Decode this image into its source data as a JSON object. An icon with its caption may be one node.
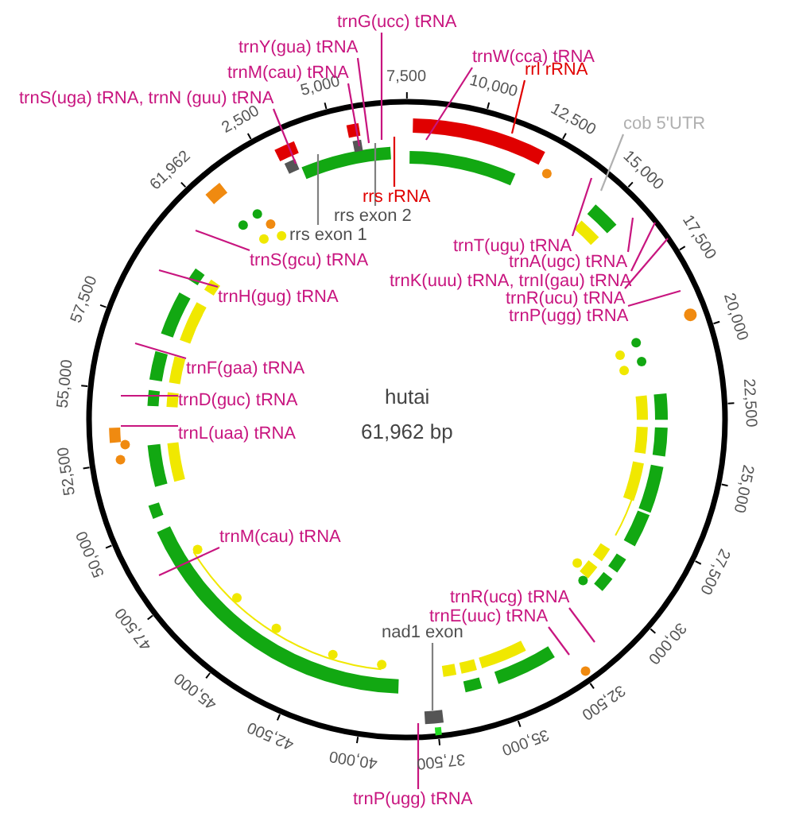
{
  "diagram": {
    "nodes": [
      {
        "text": [
          "trnG(ucc) tRNA"
        ]
      },
      {
        "text": [
          "trnY(gua) tRNA"
        ]
      },
      {
        "text": [
          "trnW(cca) tRNA"
        ]
      },
      {
        "text": [
          "trnM(cau) tRNA"
        ]
      },
      {
        "text": [
          "rrl rRNA"
        ]
      },
      {
        "text": [
          "trnS(uga) tRNA, trnN (guu) tRNA"
        ]
      },
      {
        "text": [
          "cob 5'UTR"
        ]
      },
      {
        "text": [
          "rrs rRNA"
        ]
      },
      {
        "text": [
          "rrs exon 2"
        ]
      },
      {
        "text": [
          "rrs exon 1"
        ]
      },
      {
        "text": [
          "trnS(gcu) tRNA"
        ]
      },
      {
        "text": [
          "trnT(ugu) tRNA"
        ]
      },
      {
        "text": [
          "trnA(ugc) tRNA"
        ]
      },
      {
        "text": [
          "trnH(gug) tRNA"
        ]
      },
      {
        "text": [
          "trnK(uuu) tRNA, trnI(gau) tRNA"
        ]
      },
      {
        "text": [
          "trnR(ucu) tRNA"
        ]
      },
      {
        "text": [
          "trnP(ugg) tRNA"
        ]
      },
      {
        "text": [
          "trnF(gaa) tRNA"
        ]
      },
      {
        "text": [
          "trnD(guc) tRNA"
        ]
      },
      {
        "text": [
          "trnL(uaa) tRNA"
        ]
      },
      {
        "text": [
          "trnM(cau) tRNA"
        ]
      },
      {
        "text": [
          "trnR(ucg) tRNA"
        ]
      },
      {
        "text": [
          "trnE(uuc) tRNA"
        ]
      },
      {
        "text": [
          "nad1 exon"
        ]
      },
      {
        "text": [
          "trnP(ugg) tRNA"
        ]
      }
    ],
    "edges": [
      {
        "from": 0,
        "to": null,
        "arrow": "none"
      },
      {
        "from": 1,
        "to": null,
        "arrow": "none"
      },
      {
        "from": 2,
        "to": null,
        "arrow": "none"
      },
      {
        "from": 3,
        "to": null,
        "arrow": "none"
      },
      {
        "from": 4,
        "to": null,
        "arrow": "none",
        "color": "#e00000"
      },
      {
        "from": 5,
        "to": null,
        "arrow": "none"
      },
      {
        "from": 6,
        "to": null,
        "arrow": "none",
        "color": "#b0b0b0"
      },
      {
        "from": 7,
        "to": null,
        "arrow": "none",
        "color": "#e00000"
      },
      {
        "from": 8,
        "to": null,
        "arrow": "none",
        "color": "#808080"
      },
      {
        "from": 9,
        "to": null,
        "arrow": "none",
        "color": "#808080"
      },
      {
        "from": 10,
        "to": null,
        "arrow": "none"
      },
      {
        "from": 11,
        "to": null,
        "arrow": "none"
      },
      {
        "from": 12,
        "to": null,
        "arrow": "none"
      },
      {
        "from": 13,
        "to": null,
        "arrow": "none"
      },
      {
        "from": 14,
        "to": null,
        "arrow": "none"
      },
      {
        "from": 15,
        "to": null,
        "arrow": "none"
      },
      {
        "from": 16,
        "to": null,
        "arrow": "none"
      },
      {
        "from": 17,
        "to": null,
        "arrow": "none"
      },
      {
        "from": 18,
        "to": null,
        "arrow": "none"
      },
      {
        "from": 19,
        "to": null,
        "arrow": "none"
      },
      {
        "from": 20,
        "to": null,
        "arrow": "none"
      },
      {
        "from": 21,
        "to": null,
        "arrow": "none"
      },
      {
        "from": 22,
        "to": null,
        "arrow": "none"
      },
      {
        "from": 23,
        "to": null,
        "arrow": "none",
        "color": "#808080"
      },
      {
        "from": 24,
        "to": null,
        "arrow": "none"
      }
    ],
    "labels": [
      "61,962",
      "2,500",
      "5,000",
      "7,500",
      "10,000",
      "12,500",
      "15,000",
      "17,500",
      "20,000",
      "22,500",
      "25,000",
      "27,500",
      "30,000",
      "32,500",
      "35,000",
      "37,500",
      "40,000",
      "42,500",
      "45,000",
      "47,500",
      "50,000",
      "52,500",
      "55,000",
      "57,500",
      "hutai",
      "61,962 bp"
    ]
  }
}
